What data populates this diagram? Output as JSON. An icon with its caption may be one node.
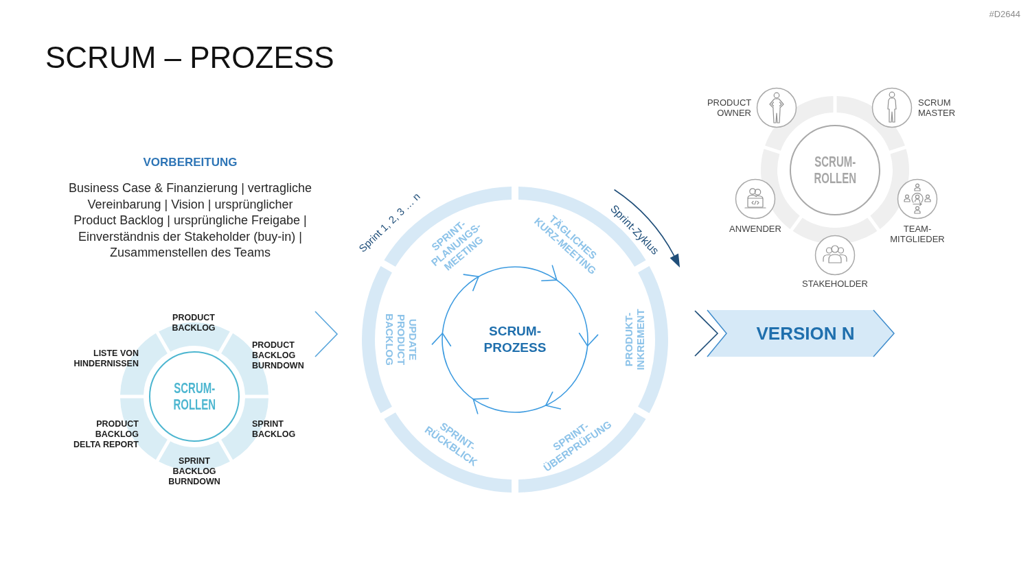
{
  "diagram": {
    "title": "SCRUM – PROZESS",
    "nodes": [
      {
        "text": [
          "PRODUCT BACKLOG",
          "LISTE VON HINDERNISSEN",
          "PRODUCT BACKLOG BURNDOWN",
          "PRODUCT BACKLOG DELTA REPORT",
          "SPRINT BACKLOG",
          "SPRINT BACKLOG BURNDOWN"
        ]
      },
      {
        "text": [
          "SCRUM- ROLLEN"
        ],
        "in": 0
      },
      {
        "text": [
          "SPRINT- PLANUNGS- MEETING",
          "TÄGLICHES KURZ-MEETING",
          "UPDATE PRODUCT BACKLOG",
          "PRODUKT- INKREMENT",
          "SPRINT- RÜCKBLICK",
          "SPRINT- ÜBERPRÜFUNG"
        ]
      },
      {
        "text": [
          "SCRUM- PROZESS"
        ],
        "in": 2
      },
      {
        "text": [
          "VERSION N"
        ]
      },
      {
        "text": [
          "PRODUCT OWNER"
        ]
      },
      {
        "text": [
          "SCRUM MASTER"
        ]
      },
      {
        "text": [
          "SCRUM- ROLLEN"
        ]
      },
      {
        "text": [
          "ANWENDER"
        ]
      },
      {
        "text": [
          "TEAM- MITGLIEDER"
        ]
      },
      {
        "text": [
          "STAKEHOLDER"
        ]
      }
    ],
    "edges": [
      {
        "from": 0,
        "to": 2,
        "arrow": "to",
        "color": "#5aa6dc"
      },
      {
        "from": 2,
        "to": 4,
        "arrow": "to",
        "color": "#1f4e79"
      }
    ],
    "labels": [
      "#D2644",
      "VORBEREITUNG",
      "Business Case & Finanzierung | vertragliche Vereinbarung | Vision | ursprünglicher Product Backlog | ursprüngliche Freigabe | Einverständnis der Stakeholder (buy-in) | Zusammenstellen des Teams",
      "Sprint 1, 2, 3 … n",
      "Sprint-Zyklus"
    ]
  }
}
